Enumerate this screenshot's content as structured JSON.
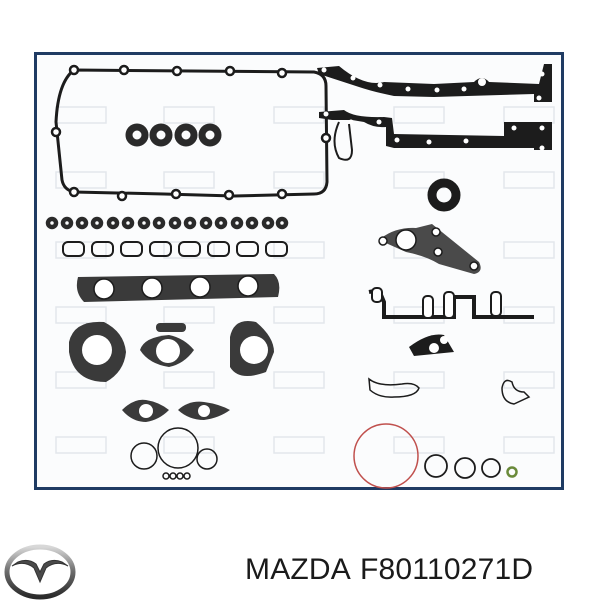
{
  "product": {
    "brand": "MAZDA",
    "part_number": "F80110271D",
    "image_description": "Full engine gasket set",
    "frame_color": "#1f3b63",
    "gasket_color": "#1c1c1c",
    "oring_red_color": "#c0504d",
    "oring_green_color": "#6a8a3a"
  },
  "logo": {
    "icon": "mazda-logo-icon"
  }
}
